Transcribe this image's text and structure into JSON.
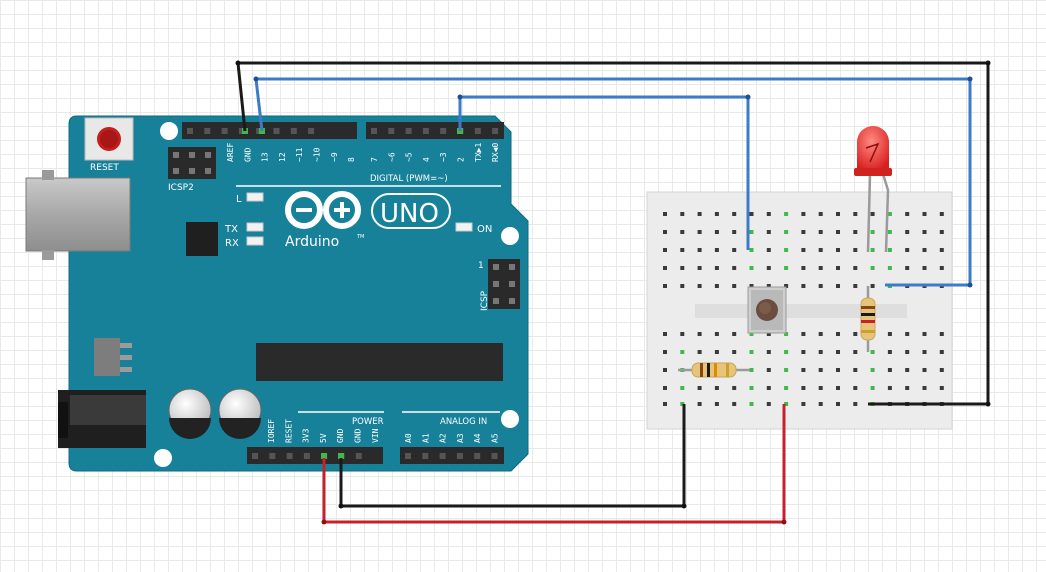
{
  "arduino": {
    "reset_label": "RESET",
    "icsp2_label": "ICSP2",
    "icsp_label": "ICSP",
    "icsp_pin1_label": "1",
    "led_l_label": "L",
    "led_tx_label": "TX",
    "led_rx_label": "RX",
    "led_on_label": "ON",
    "logo_text": "Arduino",
    "logo_tm": "TM",
    "uno_text": "UNO",
    "digital_label": "DIGITAL (PWM=~)",
    "power_label": "POWER",
    "analog_label": "ANALOG IN",
    "top_header_left_pins": [
      "AREF",
      "GND",
      "13",
      "12",
      "~11",
      "~10",
      "~9",
      "8"
    ],
    "top_header_right_pins": [
      "7",
      "~6",
      "~5",
      "4",
      "~3",
      "2",
      "TX▶1",
      "RX◀0"
    ],
    "power_pins": [
      "IOREF",
      "RESET",
      "3V3",
      "5V",
      "GND",
      "GND",
      "VIN"
    ],
    "analog_pins": [
      "A0",
      "A1",
      "A2",
      "A3",
      "A4",
      "A5"
    ]
  },
  "colors": {
    "board": "#17819a",
    "wire_black": "#1a1a1a",
    "wire_blue": "#3b7bc8",
    "wire_red": "#c8202a",
    "led_red": "#e8302c",
    "breadboard": "#ececec",
    "hole_green": "#3fb94a"
  },
  "components": [
    "arduino-uno",
    "breadboard",
    "push-button",
    "red-led",
    "resistor",
    "resistor"
  ]
}
